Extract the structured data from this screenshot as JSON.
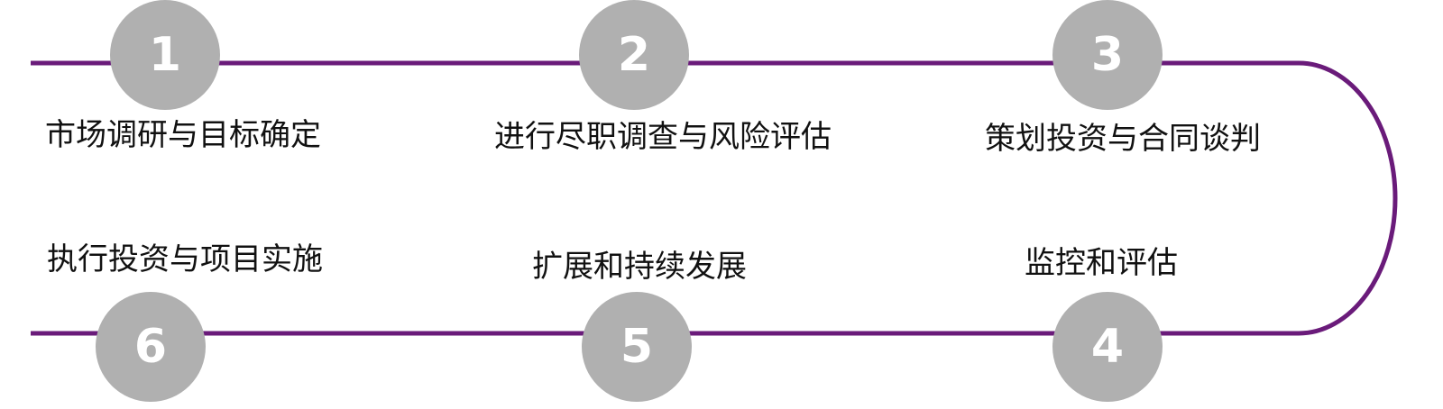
{
  "colors": {
    "track": "#6a1b7a",
    "circle_fill": "#b0b0b0",
    "circle_text": "#ffffff",
    "label_text": "#111111"
  },
  "steps": [
    {
      "number": "1",
      "label": "市场调研与目标确定"
    },
    {
      "number": "2",
      "label": "进行尽职调查与风险评估"
    },
    {
      "number": "3",
      "label": "策划投资与合同谈判"
    },
    {
      "number": "4",
      "label": "监控和评估"
    },
    {
      "number": "5",
      "label": "扩展和持续发展"
    },
    {
      "number": "6",
      "label": "执行投资与项目实施"
    }
  ]
}
